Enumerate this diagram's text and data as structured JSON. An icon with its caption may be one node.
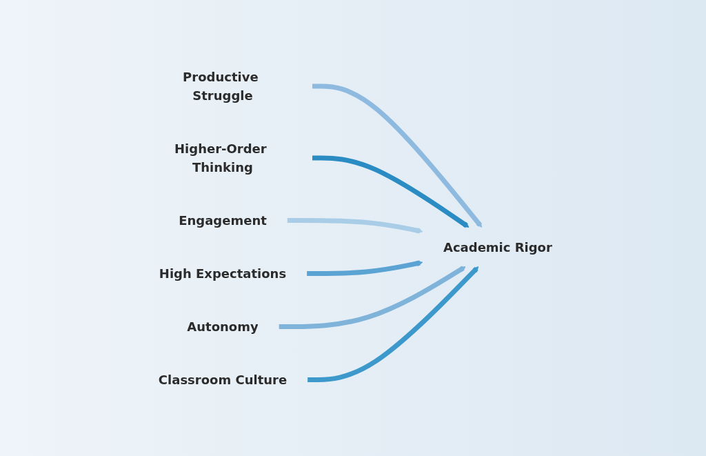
{
  "diagram": {
    "nodes": [
      {
        "text": [
          "Productive Struggle"
        ]
      },
      {
        "text": [
          "Higher-Order Thinking"
        ]
      },
      {
        "text": [
          "Engagement"
        ]
      },
      {
        "text": [
          "High Expectations"
        ]
      },
      {
        "text": [
          "Autonomy"
        ]
      },
      {
        "text": [
          "Classroom Culture"
        ]
      },
      {
        "text": [
          "Academic Rigor"
        ]
      }
    ],
    "edges": [
      {
        "from": 0,
        "to": 6,
        "arrow": "to",
        "color": "#8fbadf"
      },
      {
        "from": 1,
        "to": 6,
        "arrow": "to",
        "color": "#2b8cc4"
      },
      {
        "from": 2,
        "to": 6,
        "arrow": "to",
        "color": "#a9cde6"
      },
      {
        "from": 3,
        "to": 6,
        "arrow": "to",
        "color": "#5ba3d3"
      },
      {
        "from": 4,
        "to": 6,
        "arrow": "to",
        "color": "#7fb3da"
      },
      {
        "from": 5,
        "to": 6,
        "arrow": "to",
        "color": "#3d98cb"
      }
    ]
  }
}
